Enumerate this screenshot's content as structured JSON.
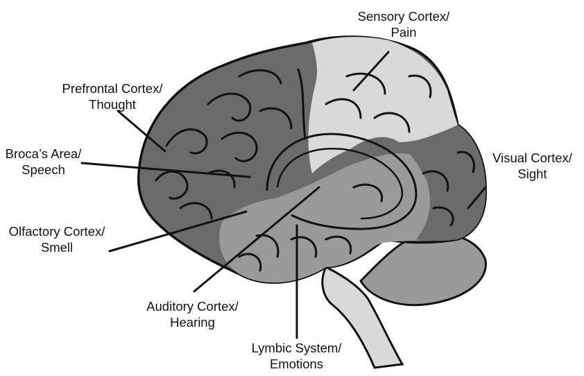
{
  "diagram": {
    "colors": {
      "dark_region": "#6b6b6b",
      "medium_region": "#9a9a9a",
      "light_region": "#d9d9d9",
      "outline": "#111111",
      "background": "#ffffff"
    },
    "labels": {
      "sensory": {
        "line1": "Sensory Cortex/",
        "line2": "Pain"
      },
      "prefrontal": {
        "line1": "Prefrontal Cortex/",
        "line2": "Thought"
      },
      "broca": {
        "line1": "Broca’s Area/",
        "line2": "Speech"
      },
      "visual": {
        "line1": "Visual Cortex/",
        "line2": "Sight"
      },
      "olfactory": {
        "line1": "Olfactory Cortex/",
        "line2": "Smell"
      },
      "auditory": {
        "line1": "Auditory Cortex/",
        "line2": "Hearing"
      },
      "lymbic": {
        "line1": "Lymbic System/",
        "line2": "Emotions"
      }
    }
  }
}
